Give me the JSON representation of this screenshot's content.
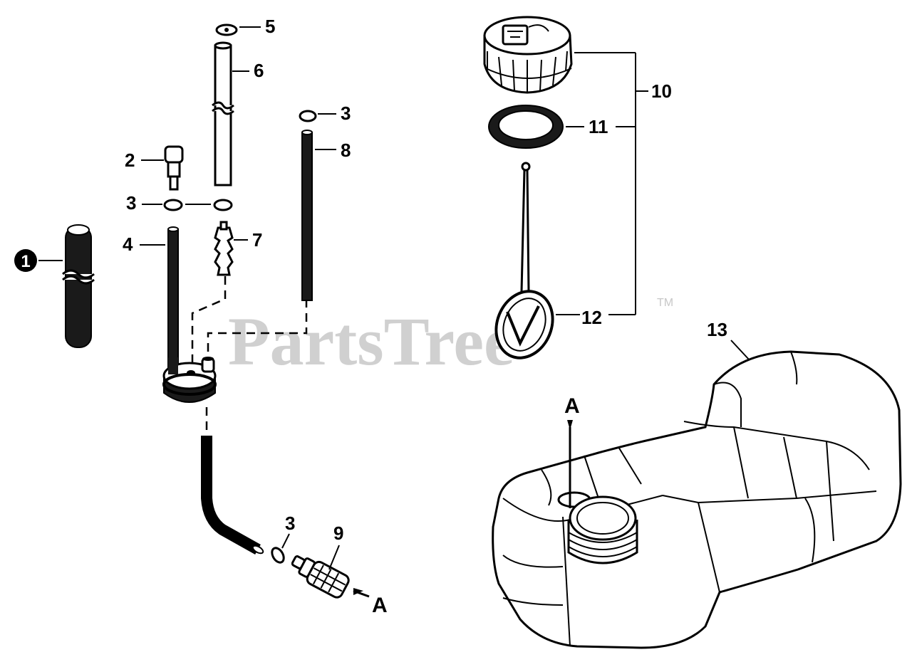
{
  "diagram": {
    "watermark": "PartsTree",
    "trademark": "TM",
    "callouts": {
      "c1": "1",
      "c2": "2",
      "c3a": "3",
      "c3b": "3",
      "c3c": "3",
      "c4": "4",
      "c5": "5",
      "c6": "6",
      "c7": "7",
      "c8": "8",
      "c9": "9",
      "c10": "10",
      "c11": "11",
      "c12": "12",
      "c13": "13"
    },
    "reference_marks": {
      "a_filter": "A",
      "a_tank": "A"
    }
  }
}
